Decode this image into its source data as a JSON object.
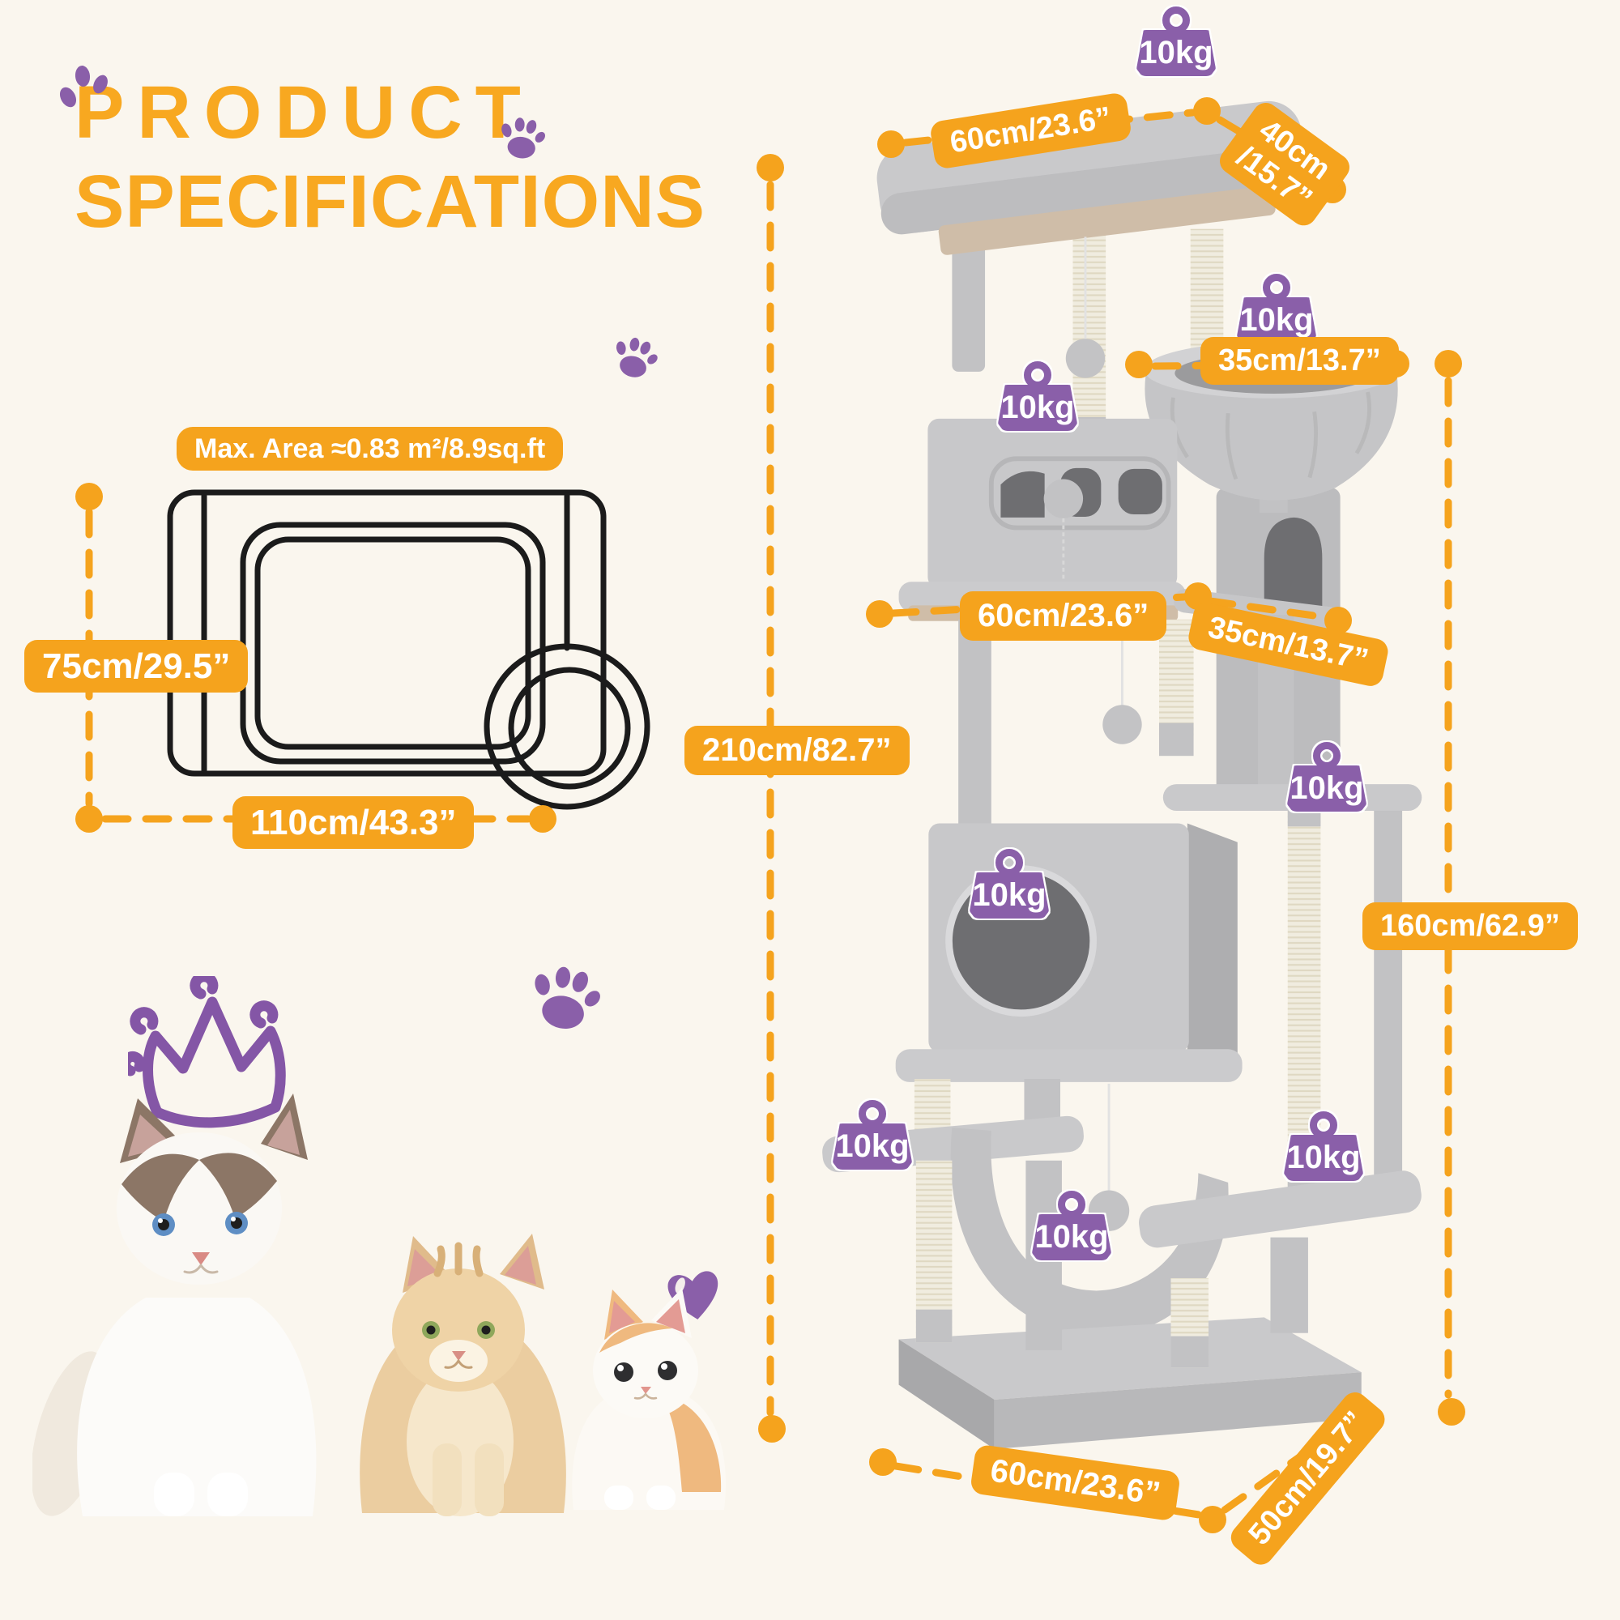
{
  "title": {
    "line1": "PRODUCT",
    "line2": "SPECIFICATIONS"
  },
  "colors": {
    "background": "#FAF6EE",
    "accent_orange": "#F5A31D",
    "accent_purple": "#8A5FA9"
  },
  "footprint": {
    "max_area_label": "Max. Area ≈0.83 m²/8.9sq.ft",
    "depth_label": "75cm/29.5”",
    "width_label": "110cm/43.3”"
  },
  "dimensions": {
    "top_width": "60cm/23.6”",
    "top_depth_line1": "40cm",
    "top_depth_line2": "/15.7”",
    "basket_diameter": "35cm/13.7”",
    "mid_width": "60cm/23.6”",
    "mid_depth": "35cm/13.7”",
    "total_height": "210cm/82.7”",
    "upper_section_height": "160cm/62.9”",
    "base_width": "60cm/23.6”",
    "base_depth": "50cm/19.7”"
  },
  "weight_badges": [
    "10kg",
    "10kg",
    "10kg",
    "10kg",
    "10kg",
    "10kg",
    "10kg",
    "10kg"
  ],
  "icons": {
    "weight": "weight-kettlebell",
    "paw": "paw-print",
    "crown": "crown-doodle",
    "heart": "heart"
  },
  "illustrations": {
    "product": "grey-plush-cat-tree-tower",
    "cats": [
      "ragdoll-cat",
      "golden-tabby-cat",
      "orange-white-kitten"
    ]
  }
}
